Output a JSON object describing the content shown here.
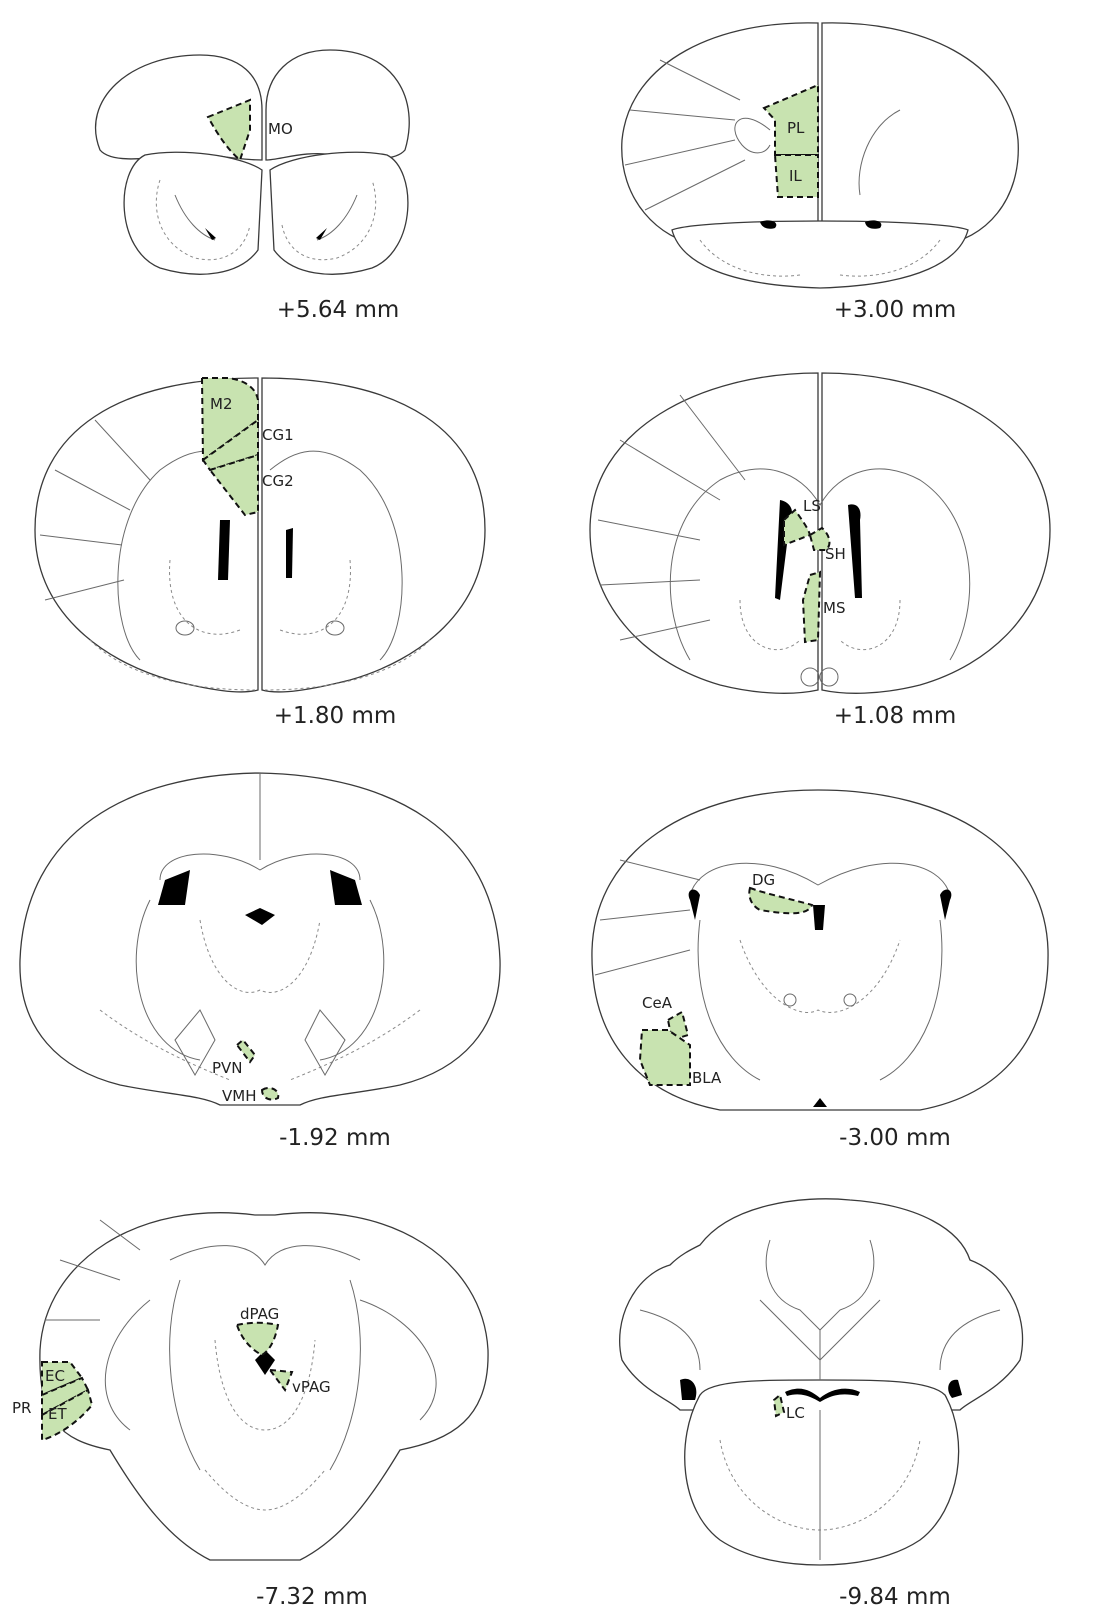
{
  "colors": {
    "region_fill": "#c8e3b0",
    "region_border": "#111111",
    "ventricle": "#000000"
  },
  "sections": [
    {
      "coordinate": "+5.64 mm",
      "regions": [
        "MO"
      ]
    },
    {
      "coordinate": "+3.00 mm",
      "regions": [
        "PL",
        "IL"
      ]
    },
    {
      "coordinate": "+1.80 mm",
      "regions": [
        "M2",
        "CG1",
        "CG2"
      ]
    },
    {
      "coordinate": "+1.08 mm",
      "regions": [
        "LS",
        "SH",
        "MS"
      ]
    },
    {
      "coordinate": "-1.92 mm",
      "regions": [
        "PVN",
        "VMH"
      ]
    },
    {
      "coordinate": "-3.00 mm",
      "regions": [
        "DG",
        "CeA",
        "BLA"
      ]
    },
    {
      "coordinate": "-7.32 mm",
      "regions": [
        "dPAG",
        "vPAG",
        "EC",
        "PR",
        "ET"
      ]
    },
    {
      "coordinate": "-9.84 mm",
      "regions": [
        "LC"
      ]
    }
  ]
}
